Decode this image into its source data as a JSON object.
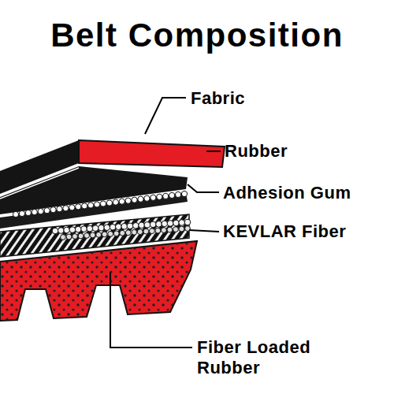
{
  "diagram": {
    "title": "Belt Composition",
    "labels": [
      "Fabric",
      "Rubber",
      "Adhesion Gum",
      "KEVLAR Fiber",
      "Fiber Loaded Rubber"
    ]
  }
}
